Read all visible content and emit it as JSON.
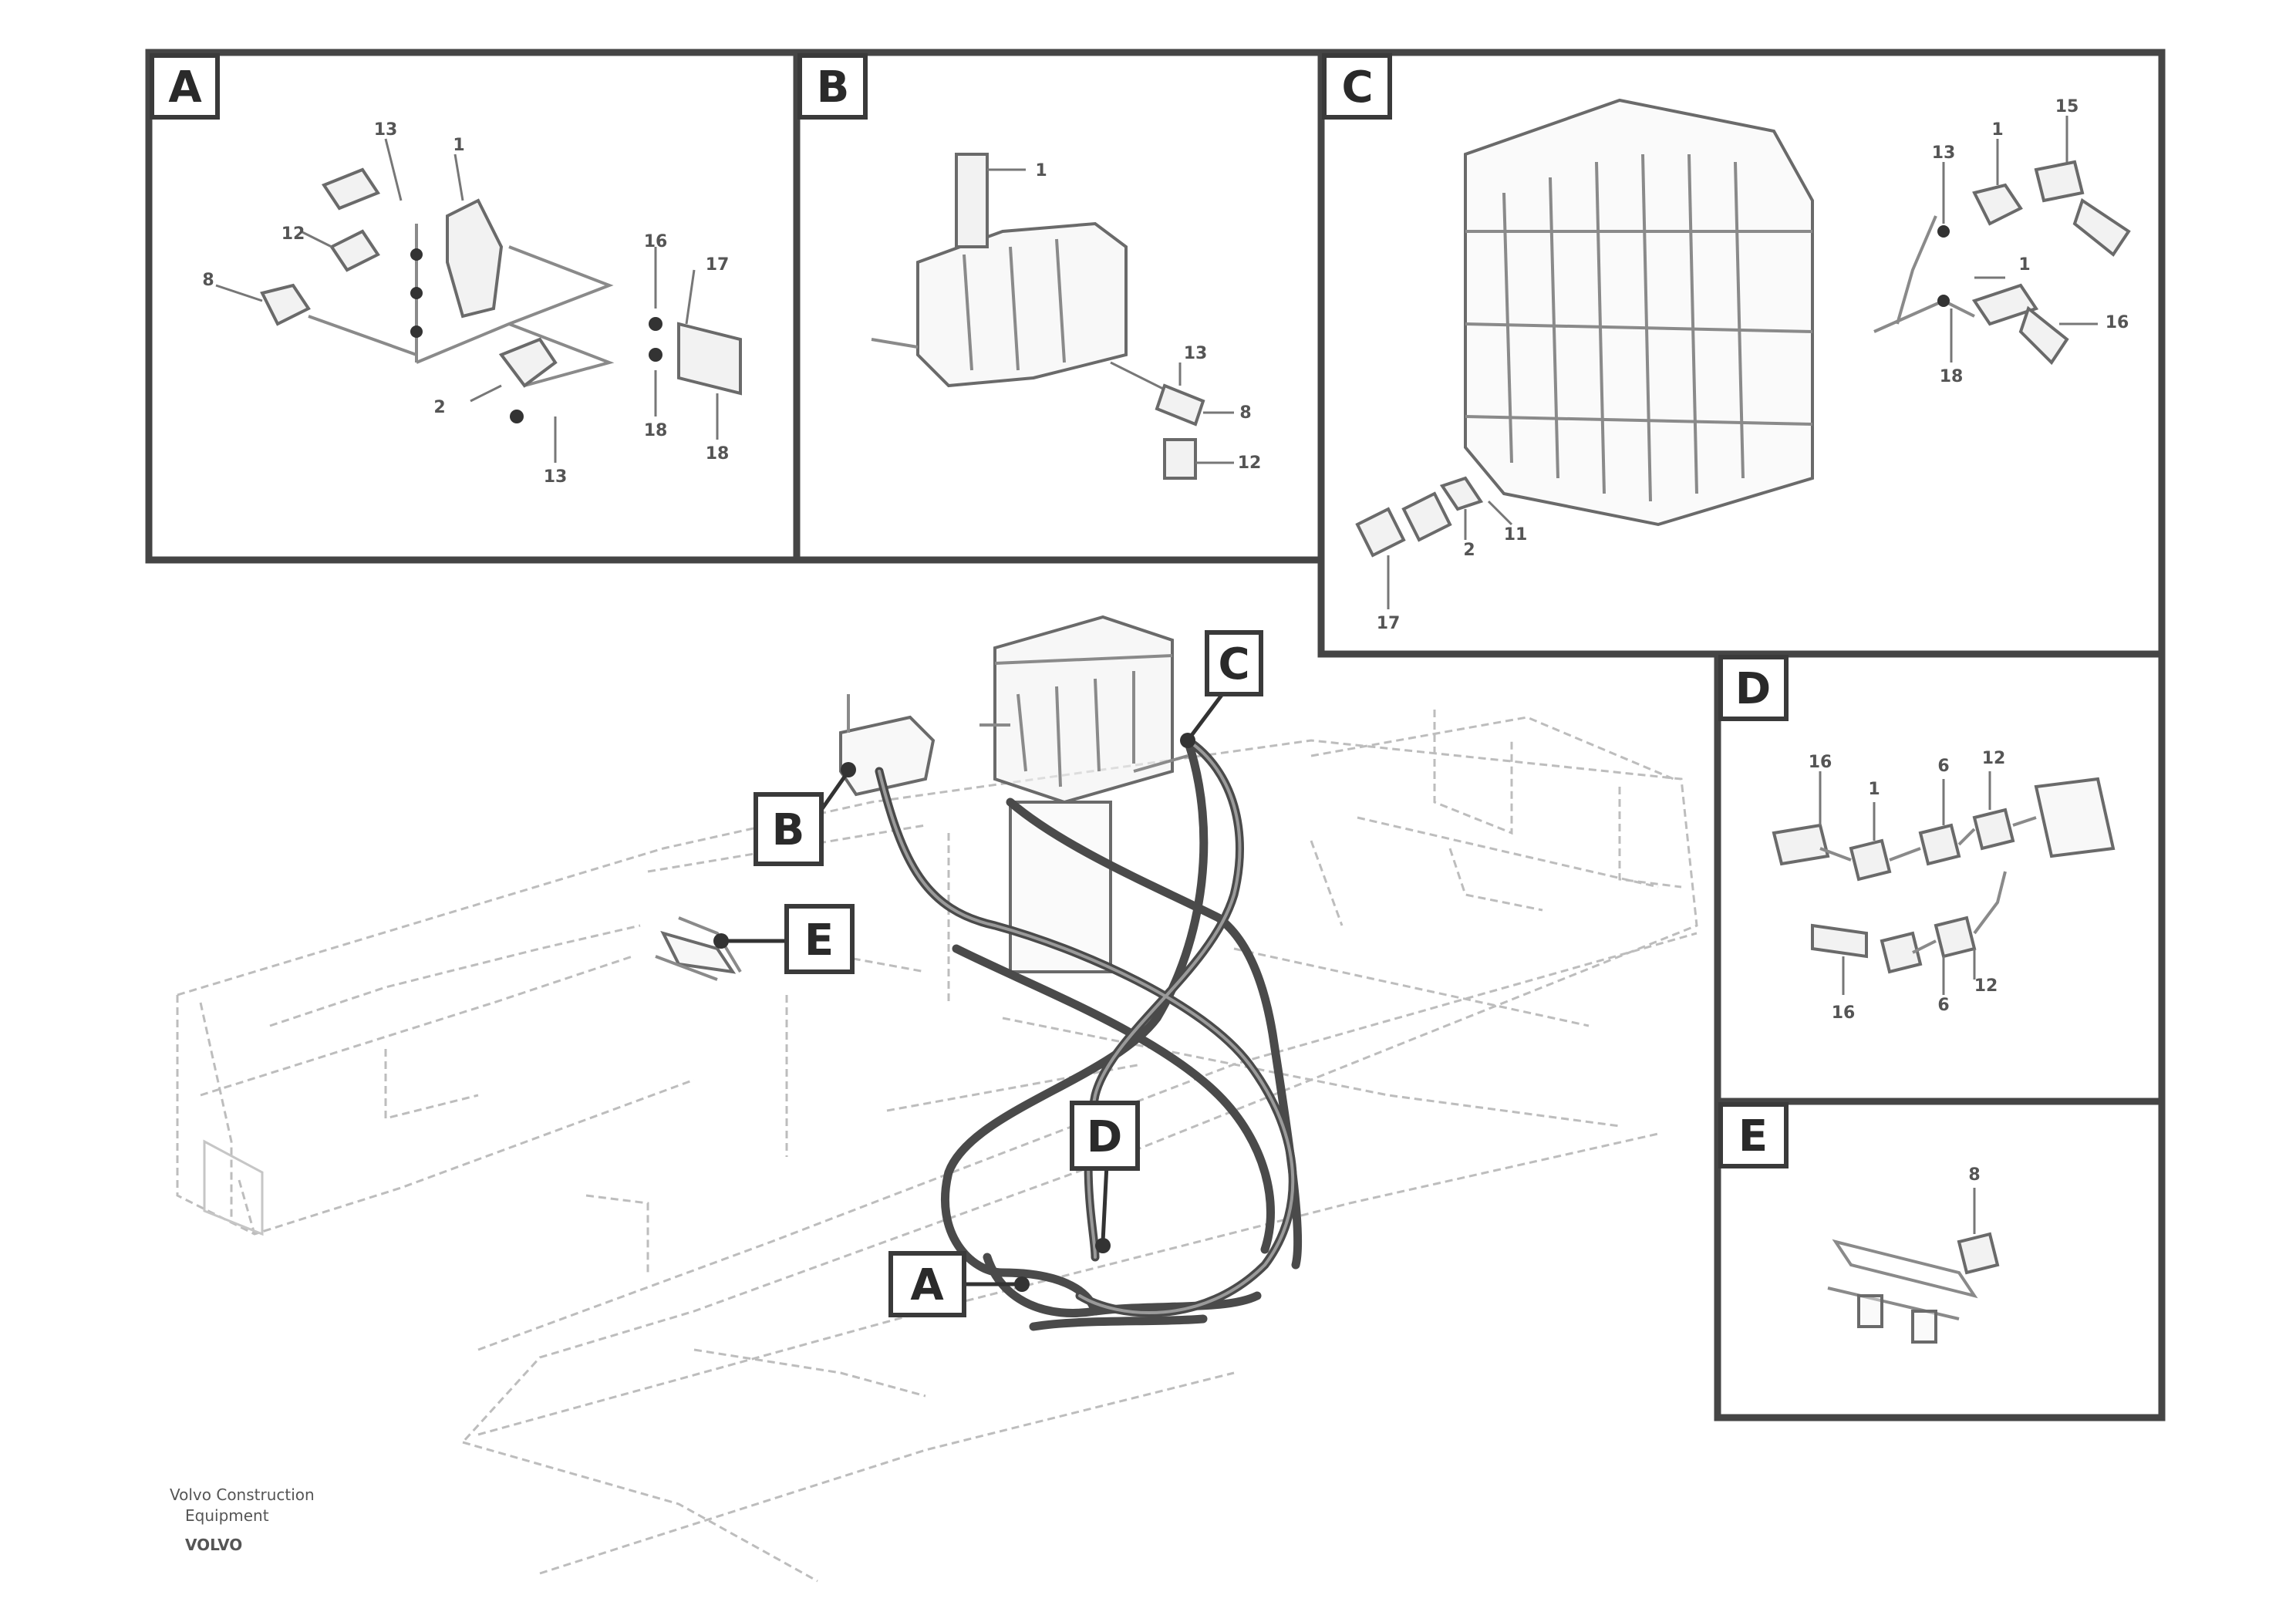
{
  "panels": [
    {
      "id": "A",
      "label": "A"
    },
    {
      "id": "B",
      "label": "B"
    },
    {
      "id": "C",
      "label": "C"
    },
    {
      "id": "D",
      "label": "D"
    },
    {
      "id": "E",
      "label": "E"
    }
  ],
  "main_tags": [
    {
      "id": "C",
      "label": "C"
    },
    {
      "id": "B",
      "label": "B"
    },
    {
      "id": "E",
      "label": "E"
    },
    {
      "id": "D",
      "label": "D"
    },
    {
      "id": "A",
      "label": "A"
    }
  ],
  "callouts": {
    "A": [
      "13",
      "1",
      "12",
      "8",
      "16",
      "17",
      "2",
      "13",
      "18",
      "18"
    ],
    "B": [
      "1",
      "13",
      "8",
      "12"
    ],
    "C": [
      "15",
      "1",
      "13",
      "1",
      "16",
      "18",
      "2",
      "11",
      "17"
    ],
    "D": [
      "16",
      "1",
      "6",
      "12",
      "16",
      "6",
      "12"
    ],
    "E": [
      "8"
    ]
  },
  "reference": {
    "line1": "Volvo Construction",
    "line2": "Equipment",
    "code": "VOLVO"
  },
  "colors": {
    "frame": "#454545",
    "line_faint": "#bdbdbd",
    "hose": "#4a4a4a"
  }
}
